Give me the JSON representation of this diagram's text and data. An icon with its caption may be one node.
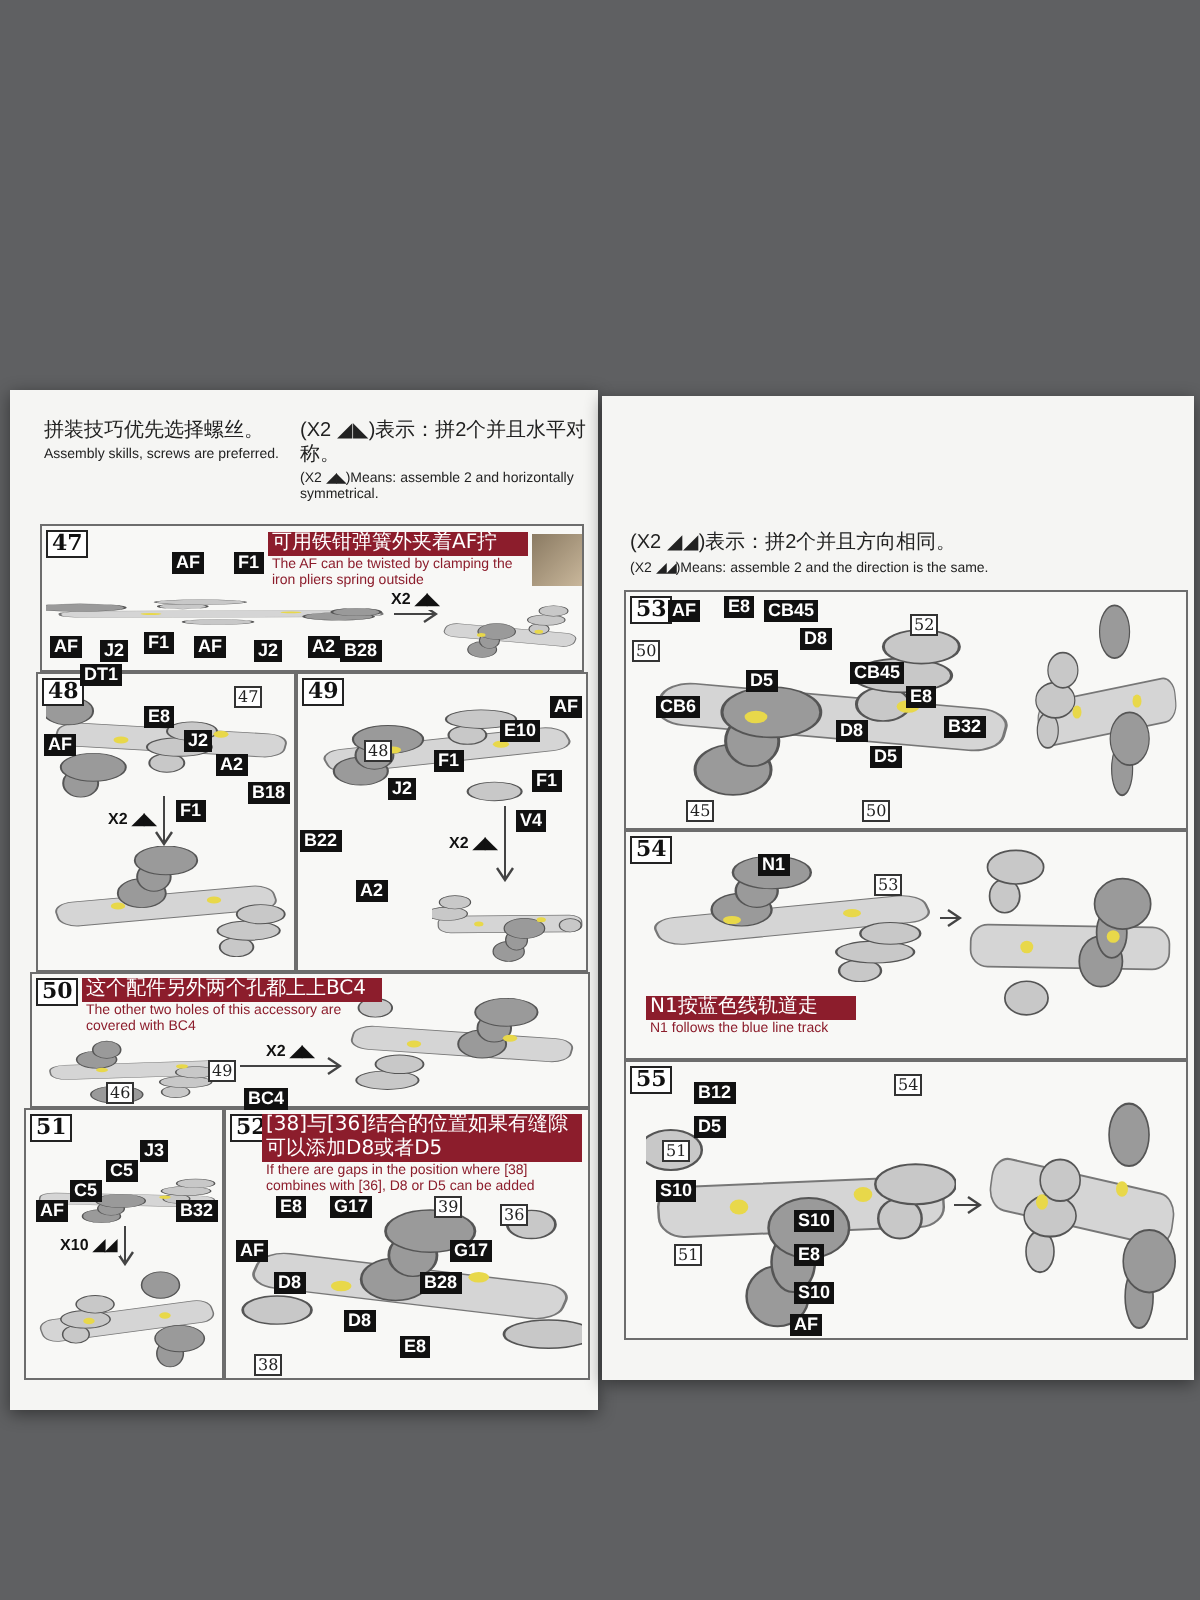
{
  "diagram": {
    "nodes": [
      {
        "text": [
          "47",
          "可用铁钳弹簧外夹着AF拧",
          "The AF can be twisted by clamping the iron pliers spring outside"
        ]
      },
      {
        "text": [],
        "shape": "picture",
        "in": 0
      },
      {
        "text": [],
        "shape": "picture",
        "in": 0
      },
      {
        "text": [
          "48"
        ]
      },
      {
        "text": [],
        "shape": "picture",
        "in": 3
      },
      {
        "text": [],
        "shape": "picture",
        "in": 3
      },
      {
        "text": [
          "49"
        ]
      },
      {
        "text": [],
        "shape": "picture",
        "in": 6
      },
      {
        "text": [],
        "shape": "picture",
        "in": 6
      },
      {
        "text": [
          "50",
          "这个配件另外两个孔都上上BC4",
          "The other two holes of this accessory are covered with BC4"
        ]
      },
      {
        "text": [],
        "shape": "picture",
        "in": 9
      },
      {
        "text": [],
        "shape": "picture",
        "in": 9
      },
      {
        "text": [
          "51"
        ]
      },
      {
        "text": [],
        "shape": "picture",
        "in": 12
      },
      {
        "text": [],
        "shape": "picture",
        "in": 12
      },
      {
        "text": [
          "52",
          "[38]与[36]结合的位置如果有缝隙可以添加D8或者D5",
          "If there are gaps in the position where [38] combines with [36], D8 or D5 can be added"
        ]
      },
      {
        "text": [],
        "shape": "picture",
        "in": 15
      },
      {
        "text": [
          "53"
        ]
      },
      {
        "text": [],
        "shape": "picture",
        "in": 17
      },
      {
        "text": [],
        "shape": "picture",
        "in": 17
      },
      {
        "text": [
          "54",
          "N1按蓝色线轨道走",
          "N1 follows the blue line track"
        ]
      },
      {
        "text": [],
        "shape": "picture",
        "in": 20
      },
      {
        "text": [],
        "shape": "picture",
        "in": 20
      },
      {
        "text": [
          "55"
        ]
      },
      {
        "text": [],
        "shape": "picture",
        "in": 23
      },
      {
        "text": [],
        "shape": "picture",
        "in": 23
      }
    ],
    "edges": [
      {
        "from": 1,
        "to": 2,
        "arrow": "to",
        "label": "X2 ◢◣"
      },
      {
        "from": 4,
        "to": 5,
        "arrow": "to",
        "label": "X2 ◢◣"
      },
      {
        "from": 7,
        "to": 8,
        "arrow": "to",
        "label": "X2 ◢◣"
      },
      {
        "from": 10,
        "to": 11,
        "arrow": "to",
        "label": "X2 ◢◣"
      },
      {
        "from": 13,
        "to": 14,
        "arrow": "to",
        "label": "X10 ◢◢"
      },
      {
        "from": 21,
        "to": 22,
        "arrow": "to"
      },
      {
        "from": 24,
        "to": 25,
        "arrow": "to"
      }
    ],
    "labels": [
      "拼装技巧优先选择螺丝。",
      "Assembly skills, screws are preferred.",
      "(X2 ◢◣)表示：拼2个并且水平对称。",
      "(X2 ◢◣)Means: assemble 2 and horizontally symmetrical.",
      "(X2 ◢◢)表示：拼2个并且方向相同。",
      "(X2 ◢◢)Means: assemble 2 and the direction is the same.",
      "AF",
      "F1",
      "AF",
      "J2",
      "F1",
      "AF",
      "J2",
      "A2",
      "B28",
      "DT1",
      "47",
      "E8",
      "AF",
      "J2",
      "A2",
      "B18",
      "F1",
      "AF",
      "E10",
      "48",
      "F1",
      "F1",
      "J2",
      "V4",
      "B22",
      "A2",
      "49",
      "46",
      "BC4",
      "J3",
      "C5",
      "C5",
      "AF",
      "B32",
      "E8",
      "G17",
      "39",
      "36",
      "AF",
      "G17",
      "D8",
      "B28",
      "D8",
      "E8",
      "38",
      "AF",
      "E8",
      "CB45",
      "D8",
      "52",
      "50",
      "D5",
      "CB45",
      "CB6",
      "E8",
      "D8",
      "B32",
      "D5",
      "45",
      "50",
      "N1",
      "53",
      "54",
      "B12",
      "D5",
      "51",
      "S10",
      "S10",
      "51",
      "E8",
      "S10",
      "AF"
    ]
  }
}
